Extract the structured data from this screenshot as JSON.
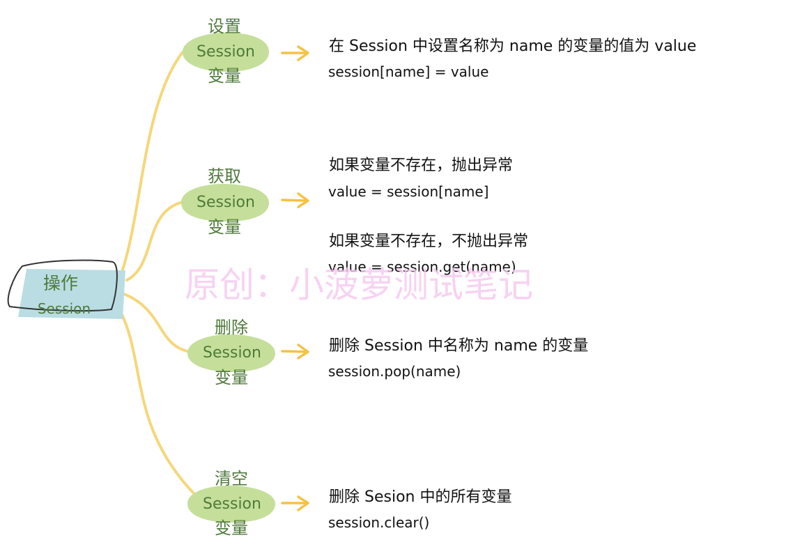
{
  "root": {
    "label_line1": "操作",
    "label_line2": "Session"
  },
  "branches": [
    {
      "line1": "设置",
      "line2": "Session",
      "line3": "变量",
      "details": [
        "在 Session 中设置名称为 name 的变量的值为 value",
        "session[name] = value"
      ]
    },
    {
      "line1": "获取",
      "line2": "Session",
      "line3": "变量",
      "details": [
        "如果变量不存在，抛出异常",
        "value = session[name]",
        "如果变量不存在，不抛出异常",
        "value = session.get(name)"
      ]
    },
    {
      "line1": "删除",
      "line2": "Session",
      "line3": "变量",
      "details": [
        "删除 Session 中名称为 name 的变量",
        "session.pop(name)"
      ]
    },
    {
      "line1": "清空",
      "line2": "Session",
      "line3": "变量",
      "details": [
        "删除 Sesion 中的所有变量",
        "session.clear()"
      ]
    }
  ],
  "watermark": "原创：小菠萝测试笔记",
  "colors": {
    "connector": "#f5d77a",
    "arrow": "#f5c242",
    "branch_fill": "#c5df9a",
    "branch_text": "#4e7a3a",
    "root_fill": "#b9dde2",
    "root_outline": "#333333",
    "detail_text": "#111111",
    "watermark": "#f6c8f0"
  }
}
